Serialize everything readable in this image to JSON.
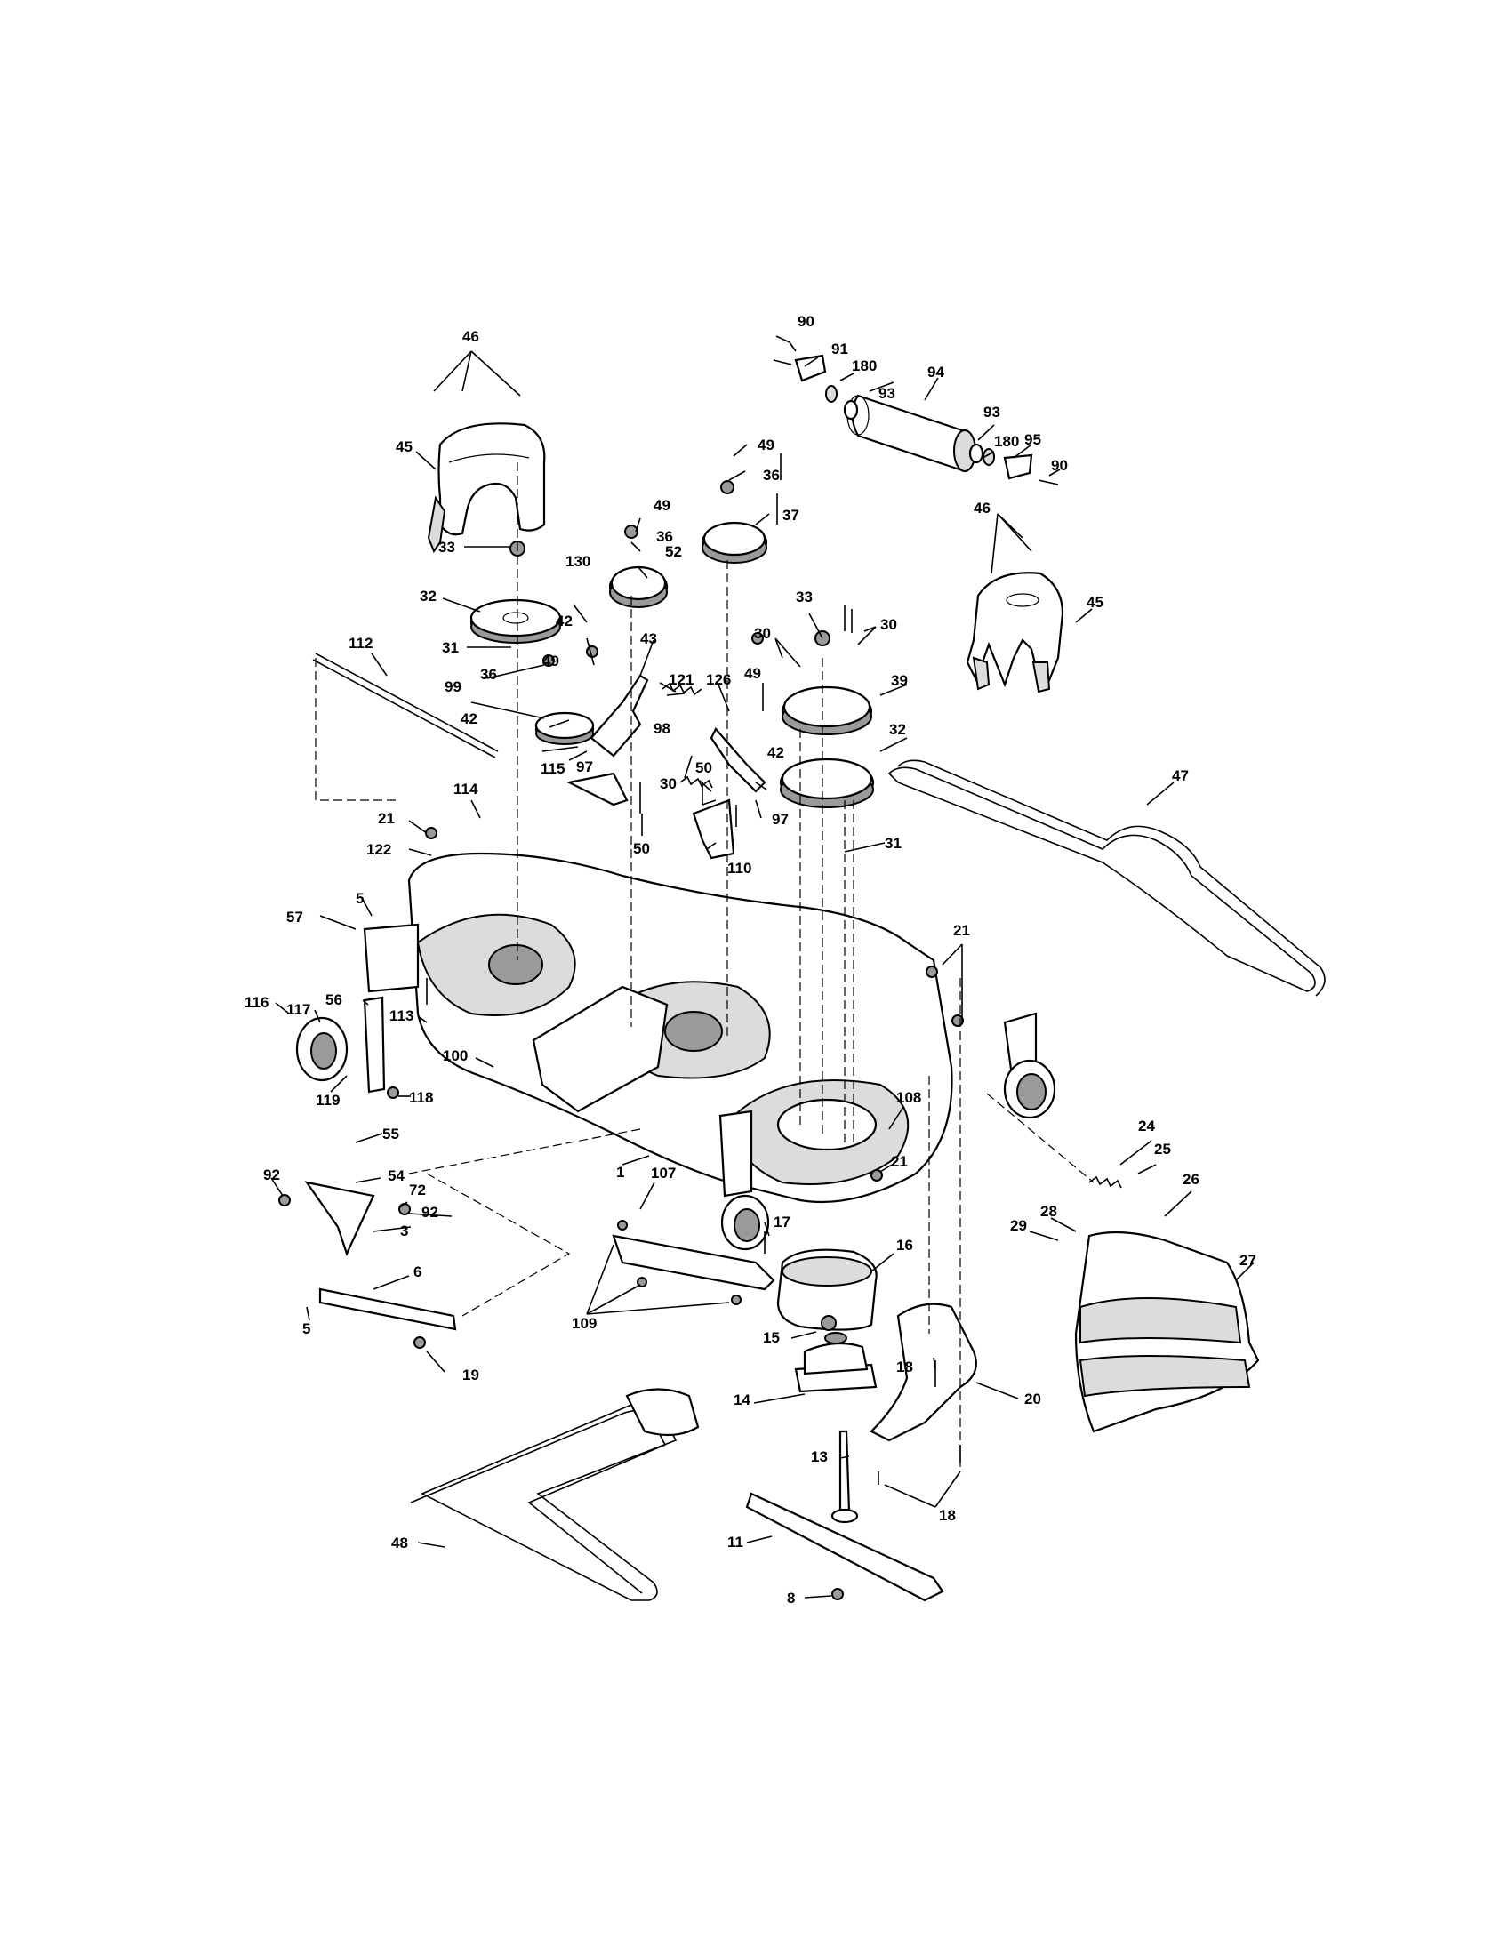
{
  "parts": [
    {
      "id": "p46a",
      "label": "46"
    },
    {
      "id": "p45a",
      "label": "45"
    },
    {
      "id": "p33a",
      "label": "33"
    },
    {
      "id": "p32a",
      "label": "32"
    },
    {
      "id": "p31a",
      "label": "31"
    },
    {
      "id": "p36a",
      "label": "36"
    },
    {
      "id": "p49a",
      "label": "49"
    },
    {
      "id": "p99",
      "label": "99"
    },
    {
      "id": "p42a",
      "label": "42"
    },
    {
      "id": "p97a",
      "label": "97"
    },
    {
      "id": "p115",
      "label": "115"
    },
    {
      "id": "p130",
      "label": "130"
    },
    {
      "id": "p42b",
      "label": "42"
    },
    {
      "id": "p49b",
      "label": "49"
    },
    {
      "id": "p36b",
      "label": "36"
    },
    {
      "id": "p52",
      "label": "52"
    },
    {
      "id": "p43",
      "label": "43"
    },
    {
      "id": "p49c",
      "label": "49"
    },
    {
      "id": "p36c",
      "label": "36"
    },
    {
      "id": "p37",
      "label": "37"
    },
    {
      "id": "p90a",
      "label": "90"
    },
    {
      "id": "p91",
      "label": "91"
    },
    {
      "id": "p180a",
      "label": "180"
    },
    {
      "id": "p93a",
      "label": "93"
    },
    {
      "id": "p94",
      "label": "94"
    },
    {
      "id": "p93b",
      "label": "93"
    },
    {
      "id": "p180b",
      "label": "180"
    },
    {
      "id": "p95",
      "label": "95"
    },
    {
      "id": "p90b",
      "label": "90"
    },
    {
      "id": "p46b",
      "label": "46"
    },
    {
      "id": "p45b",
      "label": "45"
    },
    {
      "id": "p33b",
      "label": "33"
    },
    {
      "id": "p30a",
      "label": "30"
    },
    {
      "id": "p30b",
      "label": "30"
    },
    {
      "id": "p39",
      "label": "39"
    },
    {
      "id": "p32b",
      "label": "32"
    },
    {
      "id": "p47",
      "label": "47"
    },
    {
      "id": "p31b",
      "label": "31"
    },
    {
      "id": "p121",
      "label": "121"
    },
    {
      "id": "p126",
      "label": "126"
    },
    {
      "id": "p49d",
      "label": "49"
    },
    {
      "id": "p98",
      "label": "98"
    },
    {
      "id": "p42c",
      "label": "42"
    },
    {
      "id": "p50a",
      "label": "50"
    },
    {
      "id": "p30c",
      "label": "30"
    },
    {
      "id": "p97b",
      "label": "97"
    },
    {
      "id": "p110",
      "label": "110"
    },
    {
      "id": "p50b",
      "label": "50"
    },
    {
      "id": "p112",
      "label": "112"
    },
    {
      "id": "p114",
      "label": "114"
    },
    {
      "id": "p21a",
      "label": "21"
    },
    {
      "id": "p122",
      "label": "122"
    },
    {
      "id": "p5a",
      "label": "5"
    },
    {
      "id": "p57",
      "label": "57"
    },
    {
      "id": "p56",
      "label": "56"
    },
    {
      "id": "p116",
      "label": "116"
    },
    {
      "id": "p117",
      "label": "117"
    },
    {
      "id": "p113",
      "label": "113"
    },
    {
      "id": "p100",
      "label": "100"
    },
    {
      "id": "p119",
      "label": "119"
    },
    {
      "id": "p118",
      "label": "118"
    },
    {
      "id": "p21b",
      "label": "21"
    },
    {
      "id": "p108",
      "label": "108"
    },
    {
      "id": "p21c",
      "label": "21"
    },
    {
      "id": "p1",
      "label": "1"
    },
    {
      "id": "p107",
      "label": "107"
    },
    {
      "id": "p55",
      "label": "55"
    },
    {
      "id": "p54",
      "label": "54"
    },
    {
      "id": "p92a",
      "label": "92"
    },
    {
      "id": "p72",
      "label": "72"
    },
    {
      "id": "p92b",
      "label": "92"
    },
    {
      "id": "p3",
      "label": "3"
    },
    {
      "id": "p6",
      "label": "6"
    },
    {
      "id": "p5b",
      "label": "5"
    },
    {
      "id": "p19",
      "label": "19"
    },
    {
      "id": "p109",
      "label": "109"
    },
    {
      "id": "p17",
      "label": "17"
    },
    {
      "id": "p16",
      "label": "16"
    },
    {
      "id": "p15",
      "label": "15"
    },
    {
      "id": "p14",
      "label": "14"
    },
    {
      "id": "p18a",
      "label": "18"
    },
    {
      "id": "p20",
      "label": "20"
    },
    {
      "id": "p13",
      "label": "13"
    },
    {
      "id": "p18b",
      "label": "18"
    },
    {
      "id": "p11",
      "label": "11"
    },
    {
      "id": "p8",
      "label": "8"
    },
    {
      "id": "p48",
      "label": "48"
    },
    {
      "id": "p24",
      "label": "24"
    },
    {
      "id": "p25",
      "label": "25"
    },
    {
      "id": "p26",
      "label": "26"
    },
    {
      "id": "p28",
      "label": "28"
    },
    {
      "id": "p29",
      "label": "29"
    },
    {
      "id": "p27",
      "label": "27"
    }
  ]
}
